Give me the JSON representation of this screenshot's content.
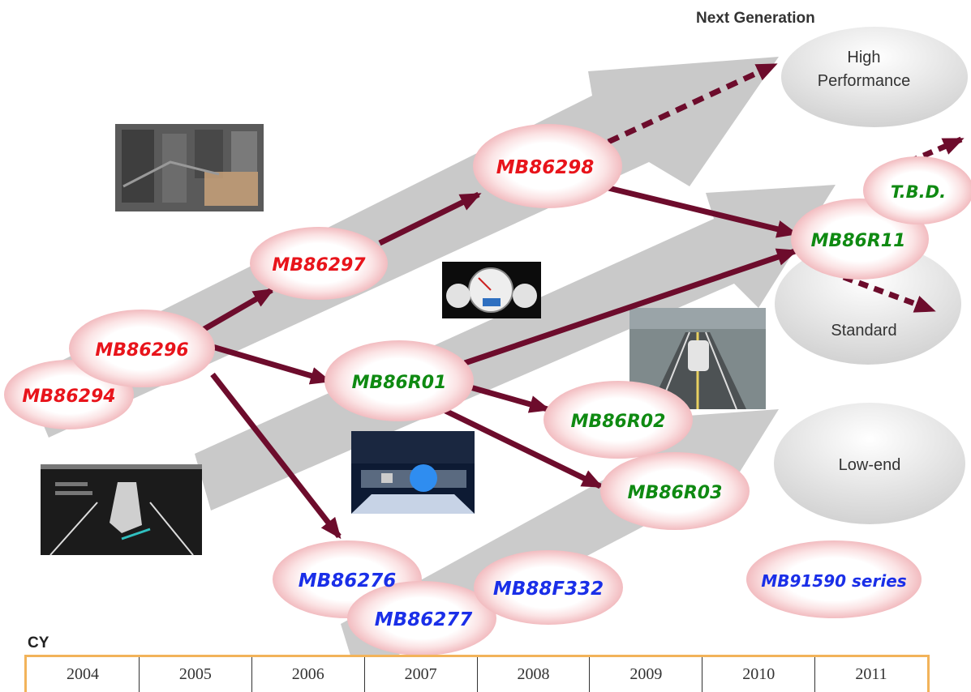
{
  "header": {
    "next_generation": "Next Generation"
  },
  "categories": {
    "high": [
      "High",
      "Performance"
    ],
    "standard": "Standard",
    "lowend": "Low-end"
  },
  "nodes": {
    "mb86294": "MB86294",
    "mb86296": "MB86296",
    "mb86297": "MB86297",
    "mb86298": "MB86298",
    "mb86r01": "MB86R01",
    "mb86r02": "MB86R02",
    "mb86r03": "MB86R03",
    "mb86r11": "MB86R11",
    "tbd": "T.B.D.",
    "mb86276": "MB86276",
    "mb86277": "MB86277",
    "mb88f332": "MB88F332",
    "mb91590": "MB91590 series"
  },
  "colors": {
    "chip_red": "#e8141b",
    "chip_green": "#0f8a12",
    "chip_blue": "#1a2fe8",
    "ellipse_pink": "#f6c9cc",
    "arrow_maroon": "#6d0c2c",
    "band_gray": "#c8c8c8",
    "timeline_border": "#f2b35a"
  },
  "timeline": {
    "label": "CY",
    "years": [
      "2004",
      "2005",
      "2006",
      "2007",
      "2008",
      "2009",
      "2010",
      "2011"
    ]
  }
}
